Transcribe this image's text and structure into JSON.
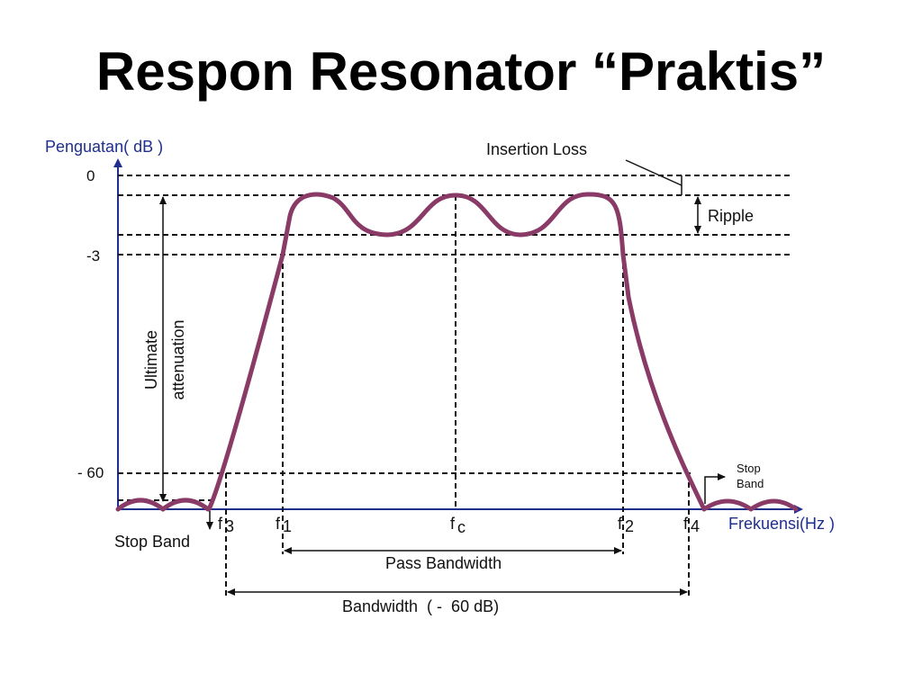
{
  "slide": {
    "title": "Respon Resonator “Praktis”"
  },
  "diagram": {
    "y_axis_label": "Penguatan( dB )",
    "x_axis_label": "Frekuensi(Hz )",
    "y_ticks": {
      "t0": "0",
      "t3": "-3",
      "t60": "- 60"
    },
    "freq_labels": {
      "f3": "f",
      "f3_sub": "3",
      "f1": "f",
      "f1_sub": "1",
      "fc": "f",
      "fc_sub": "c",
      "f2": "f",
      "f2_sub": "2",
      "f4": "f",
      "f4_sub": "4"
    },
    "annotations": {
      "insertion_loss": "Insertion Loss",
      "ripple": "Ripple",
      "ultimate_1": "Ultimate",
      "ultimate_2": "attenuation",
      "stop_band_left": "Stop Band",
      "stop_band_right_1": "Stop",
      "stop_band_right_2": "Band",
      "pass_bandwidth": "Pass Bandwidth",
      "bandwidth_60": "Bandwidth  ( -  60 dB)"
    },
    "colors": {
      "axis": "#1f2f8f",
      "curve": "#8a3a66"
    }
  }
}
